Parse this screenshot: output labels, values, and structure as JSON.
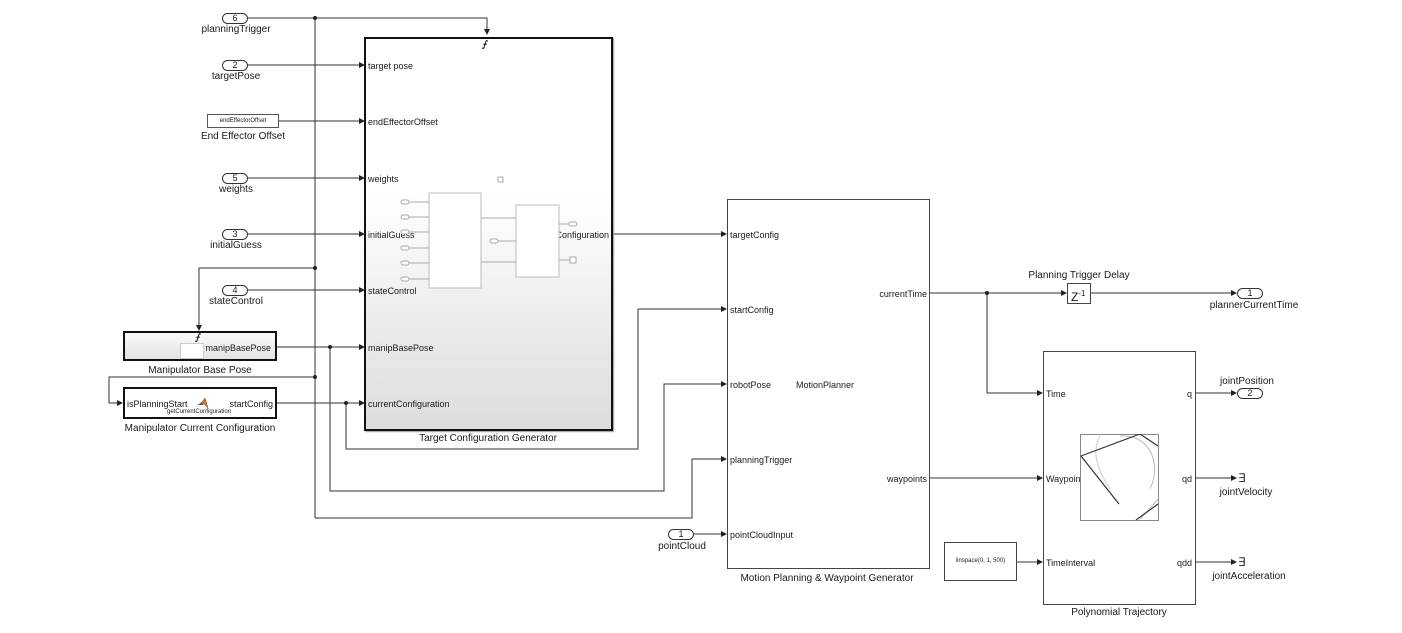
{
  "inports": {
    "planningTrigger": {
      "num": "6",
      "label": "planningTrigger"
    },
    "targetPose": {
      "num": "2",
      "label": "targetPose"
    },
    "weights": {
      "num": "5",
      "label": "weights"
    },
    "initialGuess": {
      "num": "3",
      "label": "initialGuess"
    },
    "stateControl": {
      "num": "4",
      "label": "stateControl"
    },
    "pointCloud": {
      "num": "1",
      "label": "pointCloud"
    }
  },
  "constant_block": {
    "value": "endEffectorOffset",
    "label": "End Effector Offset"
  },
  "manip_base_pose": {
    "label": "Manipulator Base Pose",
    "out_port": "manipBasePose"
  },
  "manip_current_config": {
    "label": "Manipulator Current Configuration",
    "in_port": "isPlanningStart",
    "out_port": "startConfig",
    "function_name": "getCurrentConfiguration"
  },
  "target_config_gen": {
    "label": "Target Configuration Generator",
    "inputs": [
      "target pose",
      "endEffectorOffset",
      "weights",
      "initialGuess",
      "stateControl",
      "manipBasePose",
      "currentConfiguration"
    ],
    "output": "targetConfiguration"
  },
  "motion_planner": {
    "label": "Motion Planning & Waypoint Generator",
    "center_text": "MotionPlanner",
    "inputs": [
      "targetConfig",
      "startConfig",
      "robotPose",
      "planningTrigger",
      "pointCloudInput"
    ],
    "outputs": [
      "currentTime",
      "waypoints"
    ]
  },
  "delay_block": {
    "label": "Planning Trigger Delay",
    "text": "Z",
    "superscript": "-1"
  },
  "linspace_block": {
    "value": "linspace(0, 1, 500)"
  },
  "poly_traj": {
    "label": "Polynomial Trajectory",
    "inputs": [
      "Time",
      "Waypoints",
      "TimeInterval"
    ],
    "outputs": [
      "q",
      "qd",
      "qdd"
    ]
  },
  "outports": {
    "plannerCurrentTime": {
      "num": "1",
      "label": "plannerCurrentTime"
    },
    "jointPosition": {
      "num": "2",
      "label": "jointPosition"
    }
  },
  "terminators": {
    "jointVelocity": {
      "label": "jointVelocity"
    },
    "jointAcceleration": {
      "label": "jointAcceleration"
    }
  },
  "icons": {
    "trigger": "⨍",
    "terminator": "∃"
  }
}
